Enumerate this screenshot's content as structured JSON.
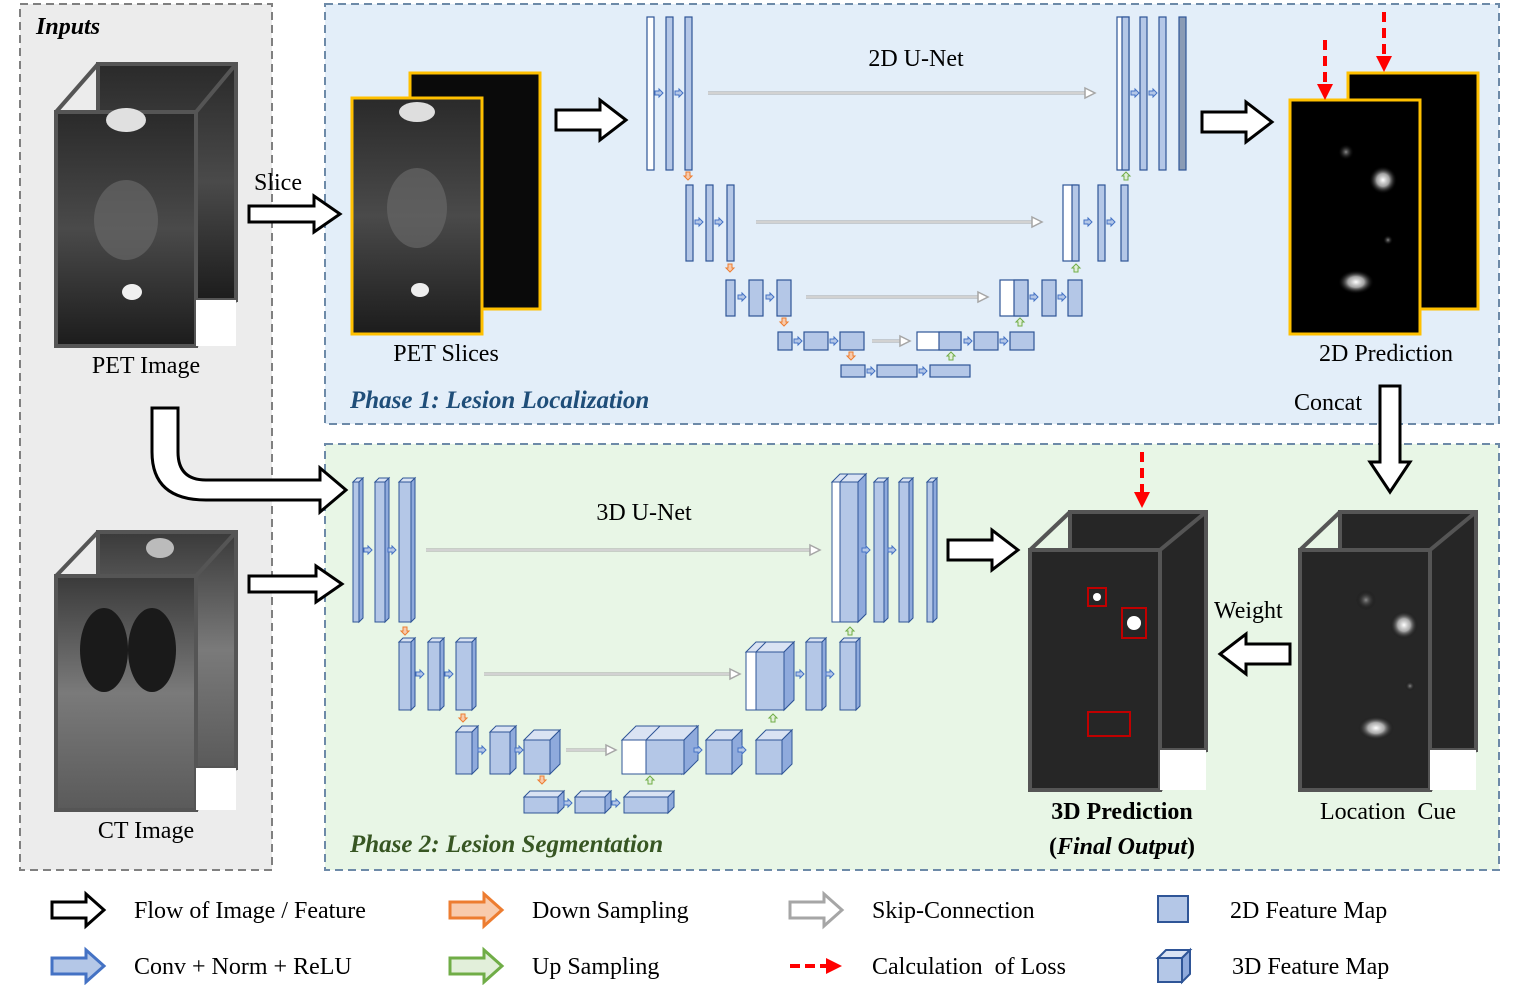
{
  "inputs": {
    "title": "Inputs",
    "pet_label": "PET Image",
    "ct_label": "CT Image",
    "slice_label": "Slice"
  },
  "phase1": {
    "title": "Phase 1: Lesion Localization",
    "net_label": "2D U-Net",
    "pet_slices_label": "PET Slices",
    "prediction_label": "2D Prediction",
    "concat_label": "Concat"
  },
  "phase2": {
    "title": "Phase 2: Lesion Segmentation",
    "net_label": "3D U-Net",
    "output_label": "3D Prediction",
    "output_sublabel_prefix": "(",
    "output_sublabel_italic": "Final Output",
    "output_sublabel_suffix": ")",
    "location_label": "Location  Cue",
    "weight_label": "Weight"
  },
  "legend": [
    {
      "label": "Flow of Image / Feature",
      "icon": "black-arrow-icon"
    },
    {
      "label": "Down Sampling",
      "icon": "orange-arrow-icon"
    },
    {
      "label": "Skip-Connection",
      "icon": "gray-arrow-icon"
    },
    {
      "label": "2D Feature Map",
      "icon": "square-icon"
    },
    {
      "label": "Conv + Norm + ReLU",
      "icon": "blue-arrow-icon"
    },
    {
      "label": "Up Sampling",
      "icon": "green-arrow-icon"
    },
    {
      "label": "Calculation  of Loss",
      "icon": "red-dashed-arrow-icon"
    },
    {
      "label": "3D Feature Map",
      "icon": "cube-icon"
    }
  ],
  "colors": {
    "phase1_bg": "#e3eef9",
    "phase2_bg": "#e8f6e6",
    "inputs_bg": "#ececec",
    "feature_fill": "#b4c7e7",
    "feature_stroke": "#2f5597",
    "down": "#ed7d31",
    "up": "#70ad47",
    "skip": "#a6a6a6",
    "loss": "#ff0000",
    "phase1_text": "#1f4e79",
    "phase2_text": "#375623"
  }
}
